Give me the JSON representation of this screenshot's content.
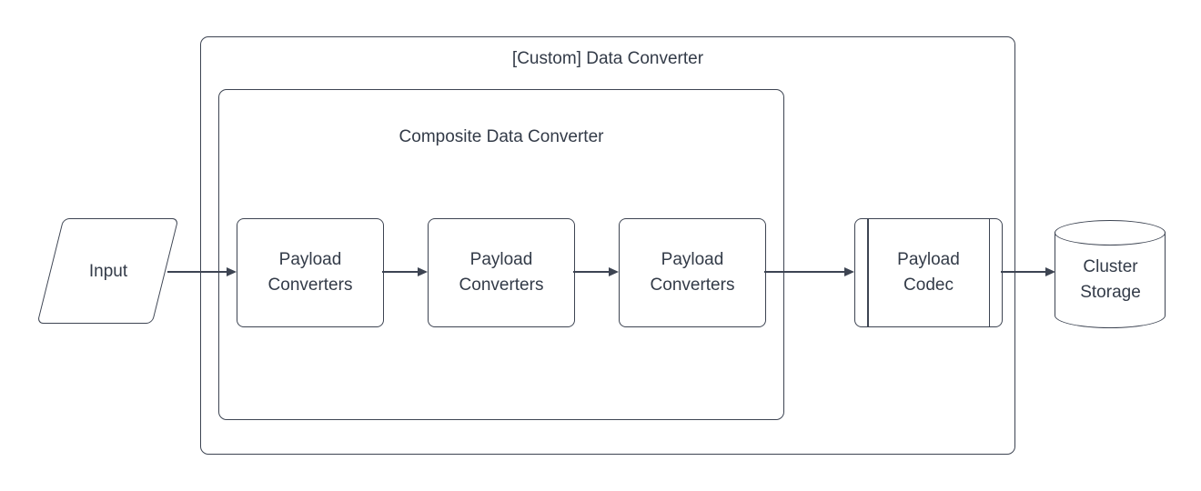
{
  "diagram": {
    "outer_container": {
      "title": "[Custom] Data Converter",
      "shape": "rounded-rectangle-container"
    },
    "inner_container": {
      "title": "Composite Data Converter",
      "shape": "rounded-rectangle-container"
    },
    "input_node": {
      "label": "Input",
      "shape": "parallelogram"
    },
    "payload_converters": [
      {
        "label": "Payload Converters",
        "shape": "rounded-rectangle"
      },
      {
        "label": "Payload Converters",
        "shape": "rounded-rectangle"
      },
      {
        "label": "Payload Converters",
        "shape": "rounded-rectangle"
      }
    ],
    "payload_codec": {
      "label": "Payload Codec",
      "shape": "predefined-process"
    },
    "cluster_storage": {
      "label": "Cluster Storage",
      "shape": "cylinder"
    },
    "flow": [
      "Input -> Payload Converters (1)",
      "Payload Converters (1) -> Payload Converters (2)",
      "Payload Converters (2) -> Payload Converters (3)",
      "Payload Converters (3) -> Payload Codec",
      "Payload Codec -> Cluster Storage"
    ],
    "colors": {
      "stroke": "#3d4452",
      "text": "#333b48",
      "background": "#ffffff"
    }
  }
}
